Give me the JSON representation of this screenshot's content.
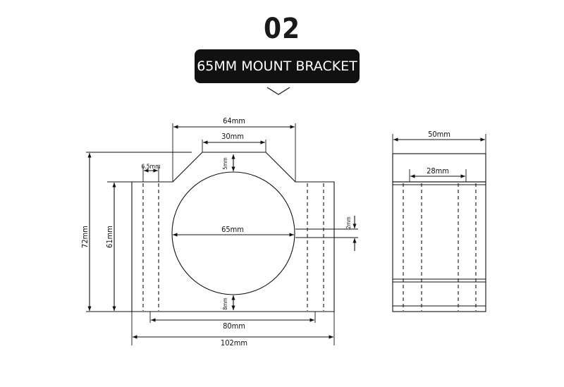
{
  "header": {
    "step_number": "02",
    "title": "65MM MOUNT BRACKET"
  },
  "front_view": {
    "dimensions": {
      "top_width": "64mm",
      "top_flat": "30mm",
      "top_thickness": "5mm",
      "hole_offset": "6.5mm",
      "bore_diameter": "65mm",
      "slot_gap": "2mm",
      "total_height": "72mm",
      "body_height": "61mm",
      "bottom_thickness": "8mm",
      "hole_spacing": "80mm",
      "total_width": "102mm"
    }
  },
  "side_view": {
    "dimensions": {
      "depth": "50mm",
      "hole_spacing": "28mm"
    }
  }
}
